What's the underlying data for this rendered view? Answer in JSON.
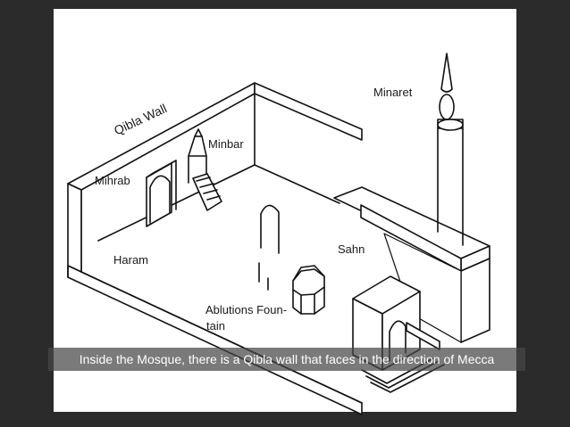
{
  "labels": {
    "qibla_wall": "Qibla Wall",
    "minbar": "Minbar",
    "mihrab": "Mihrab",
    "minaret": "Minaret",
    "haram": "Haram",
    "sahn": "Sahn",
    "ablutions_line1": "Ablutions Foun-",
    "ablutions_line2": "tain"
  },
  "caption": "Inside the Mosque, there is a Qibla wall that faces in the direction of Mecca"
}
